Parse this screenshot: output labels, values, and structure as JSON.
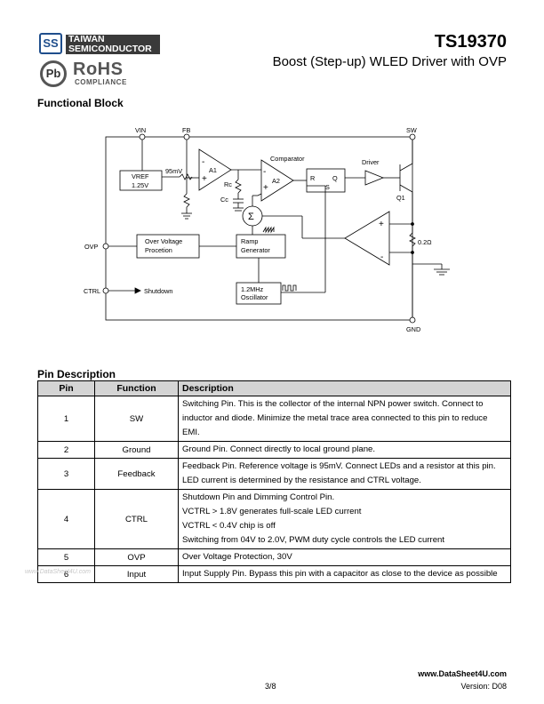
{
  "header": {
    "logo_mark": "SS",
    "company_line1": "TAIWAN",
    "company_line2": "SEMICONDUCTOR",
    "rohs_symbol": "Pb",
    "rohs": "RoHS",
    "rohs_sub": "COMPLIANCE",
    "part_number": "TS19370",
    "title": "Boost (Step-up) WLED Driver with OVP"
  },
  "functional_block": {
    "heading": "Functional Block",
    "labels": {
      "vin": "VIN",
      "fb": "FB",
      "sw": "SW",
      "gnd": "GND",
      "ovp": "OVP",
      "ctrl": "CTRL",
      "vref": "VREF",
      "vref_val": "1.25V",
      "mv95": "95mV",
      "a1": "A1",
      "a2": "A2",
      "rc": "Rc",
      "cc": "Cc",
      "comparator": "Comparator",
      "driver": "Driver",
      "q1": "Q1",
      "r": "R",
      "s": "S",
      "q": "Q",
      "sigma": "Σ",
      "ovp_block1": "Over Voltage",
      "ovp_block2": "Procetion",
      "ramp1": "Ramp",
      "ramp2": "Generator",
      "osc1": "1.2MHz",
      "osc2": "Oscillator",
      "shutdown": "Shutdown",
      "rsense": "0.2Ω",
      "plus": "+",
      "minus": "-"
    }
  },
  "pin_description": {
    "heading": "Pin Description",
    "columns": [
      "Pin",
      "Function",
      "Description"
    ],
    "rows": [
      {
        "pin": "1",
        "function": "SW",
        "lines": [
          "Switching Pin. This is the collector of the internal NPN power switch. Connect to",
          "inductor and diode. Minimize the metal trace area connected to this pin to reduce",
          "EMI."
        ]
      },
      {
        "pin": "2",
        "function": "Ground",
        "lines": [
          "Ground Pin. Connect directly to local ground plane."
        ]
      },
      {
        "pin": "3",
        "function": "Feedback",
        "lines": [
          "Feedback Pin. Reference voltage is 95mV. Connect LEDs and a resistor at this pin.",
          "LED current is determined by the resistance and CTRL voltage."
        ]
      },
      {
        "pin": "4",
        "function": "CTRL",
        "lines": [
          "Shutdown Pin and Dimming Control Pin.",
          "VCTRL > 1.8V generates full-scale LED current",
          "VCTRL < 0.4V chip is off",
          "Switching from 04V to 2.0V, PWM duty cycle controls the LED current"
        ]
      },
      {
        "pin": "5",
        "function": "OVP",
        "lines": [
          "Over Voltage Protection, 30V"
        ]
      },
      {
        "pin": "6",
        "function": "Input",
        "lines": [
          "Input Supply Pin. Bypass this pin with a capacitor as close to the device as possible"
        ]
      }
    ]
  },
  "watermark": "www.DataSheet4U.com",
  "footer": {
    "site": "www.DataSheet4U.com",
    "page": "3/8",
    "version": "Version: D08"
  }
}
